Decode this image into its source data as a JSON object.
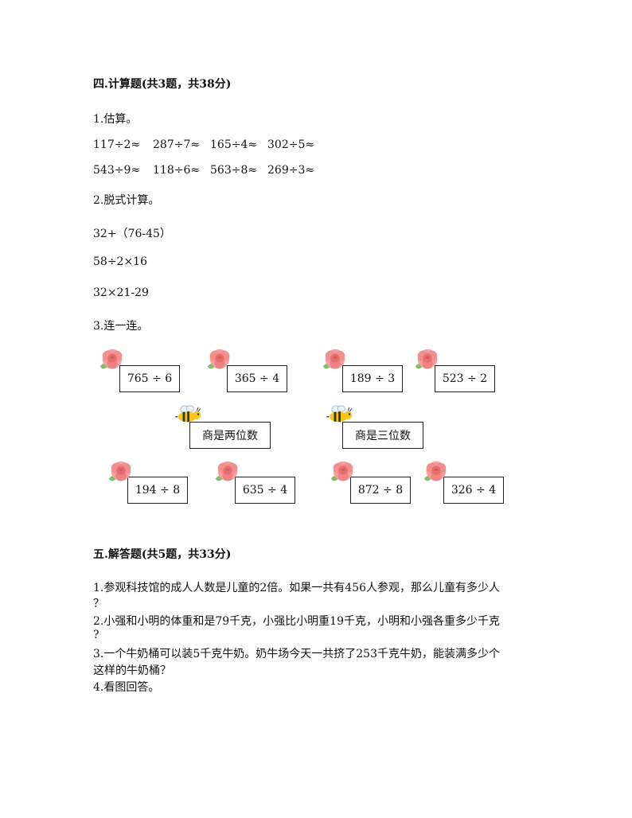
{
  "section4": {
    "title": "四.计算题(共3题，共38分)",
    "q1": {
      "label": "1.估算。",
      "row1": [
        "117÷2≈",
        "287÷7≈",
        "165÷4≈",
        "302÷5≈"
      ],
      "row2": [
        "543÷9≈",
        "118÷6≈",
        "563÷8≈",
        "269÷3≈"
      ]
    },
    "q2": {
      "label": "2.脱式计算。",
      "items": [
        "32+（76-45）",
        "58÷2×16",
        "32×21-29"
      ]
    },
    "q3": {
      "label": "3.连一连。",
      "top_boxes": [
        "765 ÷ 6",
        "365 ÷ 4",
        "189 ÷ 3",
        "523 ÷ 2"
      ],
      "middle_boxes": [
        "商是两位数",
        "商是三位数"
      ],
      "bottom_boxes": [
        "194 ÷ 8",
        "635 ÷ 4",
        "872 ÷ 8",
        "326 ÷ 4"
      ],
      "flower_icon": "rose-flower-icon",
      "bee_icon": "bee-icon",
      "flower_color": "#f08a8a",
      "bee_color": "#f5c518"
    }
  },
  "section5": {
    "title": "五.解答题(共5题，共33分)",
    "q1_line1": "1.参观科技馆的成人人数是儿童的2倍。如果一共有456人参观，那么儿童有多少人",
    "q1_line2": "？",
    "q2_line1": "2.小强和小明的体重和是79千克，小强比小明重19千克，小明和小强各重多少千克",
    "q2_line2": "?",
    "q3_line1": "3.一个牛奶桶可以装5千克牛奶。奶牛场今天一共挤了253千克牛奶，能装满多少个",
    "q3_line2": "这样的牛奶桶？",
    "q4": "4.看图回答。"
  }
}
